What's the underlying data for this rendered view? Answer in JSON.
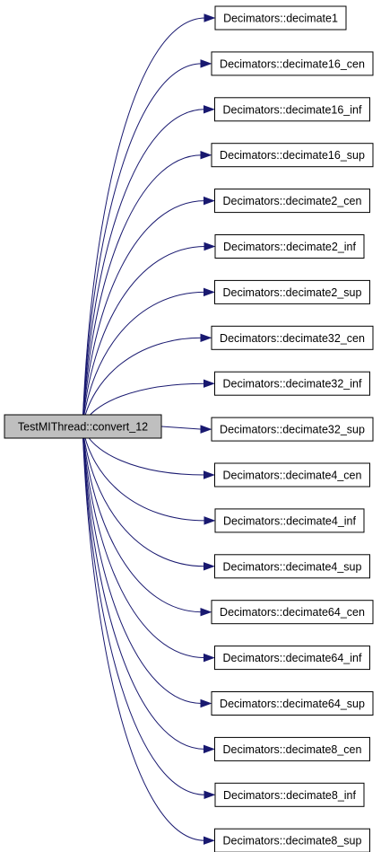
{
  "diagram": {
    "type": "call-graph",
    "edge_color": "#191970",
    "root_fill": "#bfbfbf",
    "root": {
      "label": "TestMIThread::convert_12"
    },
    "callees": [
      "Decimators::decimate1",
      "Decimators::decimate16_cen",
      "Decimators::decimate16_inf",
      "Decimators::decimate16_sup",
      "Decimators::decimate2_cen",
      "Decimators::decimate2_inf",
      "Decimators::decimate2_sup",
      "Decimators::decimate32_cen",
      "Decimators::decimate32_inf",
      "Decimators::decimate32_sup",
      "Decimators::decimate4_cen",
      "Decimators::decimate4_inf",
      "Decimators::decimate4_sup",
      "Decimators::decimate64_cen",
      "Decimators::decimate64_inf",
      "Decimators::decimate64_sup",
      "Decimators::decimate8_cen",
      "Decimators::decimate8_inf",
      "Decimators::decimate8_sup"
    ]
  }
}
